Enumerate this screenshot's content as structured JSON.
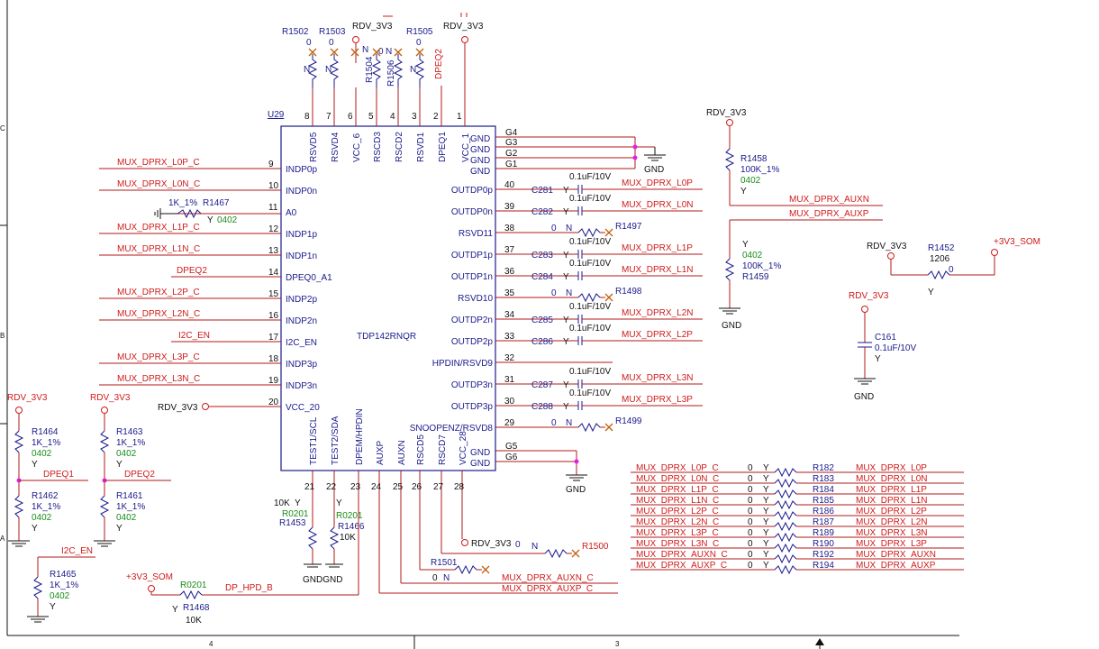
{
  "ic": {
    "ref": "U29",
    "part": "TDP142RNQR",
    "left_pins": [
      {
        "num": "9",
        "name": "INDP0p",
        "net": "MUX_DPRX_L0P_C"
      },
      {
        "num": "10",
        "name": "INDP0n",
        "net": "MUX_DPRX_L0N_C"
      },
      {
        "num": "11",
        "name": "A0",
        "net": ""
      },
      {
        "num": "12",
        "name": "INDP1p",
        "net": "MUX_DPRX_L1P_C"
      },
      {
        "num": "13",
        "name": "INDP1n",
        "net": "MUX_DPRX_L1N_C"
      },
      {
        "num": "14",
        "name": "DPEQ0_A1",
        "net": "DPEQ2"
      },
      {
        "num": "15",
        "name": "INDP2p",
        "net": "MUX_DPRX_L2P_C"
      },
      {
        "num": "16",
        "name": "INDP2n",
        "net": "MUX_DPRX_L2N_C"
      },
      {
        "num": "17",
        "name": "I2C_EN",
        "net": "I2C_EN"
      },
      {
        "num": "18",
        "name": "INDP3p",
        "net": "MUX_DPRX_L3P_C"
      },
      {
        "num": "19",
        "name": "INDP3n",
        "net": "MUX_DPRX_L3N_C"
      },
      {
        "num": "20",
        "name": "VCC_20",
        "net": "RDV_3V3"
      }
    ],
    "right_pins": [
      {
        "num": "40",
        "name": "OUTDP0p",
        "net": "MUX_DPRX_L0P",
        "cap": "C281",
        "val": "0.1uF/10V"
      },
      {
        "num": "39",
        "name": "OUTDP0n",
        "net": "MUX_DPRX_L0N",
        "cap": "C282",
        "val": "0.1uF/10V"
      },
      {
        "num": "38",
        "name": "RSVD11",
        "net": "",
        "cap": "R1497",
        "val": "0"
      },
      {
        "num": "37",
        "name": "OUTDP1p",
        "net": "MUX_DPRX_L1P",
        "cap": "C283",
        "val": "0.1uF/10V"
      },
      {
        "num": "36",
        "name": "OUTDP1n",
        "net": "MUX_DPRX_L1N",
        "cap": "C284",
        "val": "0.1uF/10V"
      },
      {
        "num": "35",
        "name": "RSVD10",
        "net": "",
        "cap": "R1498",
        "val": "0"
      },
      {
        "num": "34",
        "name": "OUTDP2n",
        "net": "MUX_DPRX_L2N",
        "cap": "C285",
        "val": "0.1uF/10V"
      },
      {
        "num": "33",
        "name": "OUTDP2p",
        "net": "MUX_DPRX_L2P",
        "cap": "C286",
        "val": "0.1uF/10V"
      },
      {
        "num": "32",
        "name": "HPDIN/RSVD9",
        "net": "",
        "cap": "",
        "val": ""
      },
      {
        "num": "31",
        "name": "OUTDP3n",
        "net": "MUX_DPRX_L3N",
        "cap": "C287",
        "val": "0.1uF/10V"
      },
      {
        "num": "30",
        "name": "OUTDP3p",
        "net": "MUX_DPRX_L3P",
        "cap": "C288",
        "val": "0.1uF/10V"
      },
      {
        "num": "29",
        "name": "SNOOPENZ/RSVD8",
        "net": "",
        "cap": "R1499",
        "val": "0"
      }
    ],
    "top_pins": [
      {
        "num": "8",
        "name": "RSVD5"
      },
      {
        "num": "7",
        "name": "RSVD4"
      },
      {
        "num": "6",
        "name": "VCC_6"
      },
      {
        "num": "5",
        "name": "RSCD3"
      },
      {
        "num": "4",
        "name": "RSCD2"
      },
      {
        "num": "3",
        "name": "RSVD1"
      },
      {
        "num": "2",
        "name": "DPEQ1"
      },
      {
        "num": "1",
        "name": "VCC_1"
      }
    ],
    "bottom_pins": [
      {
        "num": "21",
        "name": "TEST1/SCL"
      },
      {
        "num": "22",
        "name": "TEST2/SDA"
      },
      {
        "num": "23",
        "name": "DPEM/HPDIN"
      },
      {
        "num": "24",
        "name": "AUXP"
      },
      {
        "num": "25",
        "name": "AUXN"
      },
      {
        "num": "26",
        "name": "RSCD5"
      },
      {
        "num": "27",
        "name": "RSCD7"
      },
      {
        "num": "28",
        "name": "VCC_28"
      }
    ],
    "gnd_pins_top": [
      "G4",
      "G3",
      "G2",
      "G1"
    ],
    "gnd_pins_bottom": [
      "G5",
      "G6"
    ],
    "gnd_label": "GND"
  },
  "top_parts": {
    "r1502": "R1502",
    "r1503": "R1503",
    "r1504": "R1504",
    "r1506": "R1506",
    "r1505": "R1505",
    "zero": "0",
    "n": "N",
    "net_top": "RDV_3V3",
    "dpeq2": "DPEQ2"
  },
  "r1467": {
    "ref": "R1467",
    "val": "1K_1%",
    "fit": "Y",
    "pkg": "0402"
  },
  "r1458": {
    "net": "RDV_3V3",
    "ref": "R1458",
    "val": "100K_1%",
    "fit": "Y",
    "pkg": "0402"
  },
  "r1459": {
    "ref": "R1459",
    "val": "100K_1%",
    "fit": "Y",
    "pkg": "0402",
    "gnd": "GND"
  },
  "aux_nets": {
    "auxn": "MUX_DPRX_AUXN",
    "auxp": "MUX_DPRX_AUXP"
  },
  "r1452": {
    "net_in": "RDV_3V3",
    "ref": "R1452",
    "pkg": "1206",
    "val": "0",
    "fit": "Y",
    "net_out": "+3V3_SOM"
  },
  "c161": {
    "net": "RDV_3V3",
    "ref": "C161",
    "val": "0.1uF/10V",
    "fit": "Y",
    "gnd": "GND"
  },
  "r1464": {
    "net": "RDV_3V3",
    "ref": "R1464",
    "val": "1K_1%",
    "pkg": "0402",
    "fit": "Y",
    "out": "DPEQ1"
  },
  "r1462": {
    "ref": "R1462",
    "val": "1K_1%",
    "pkg": "0402",
    "fit": "Y"
  },
  "r1463": {
    "net": "RDV_3V3",
    "ref": "R1463",
    "val": "1K_1%",
    "pkg": "0402",
    "fit": "Y",
    "out": "DPEQ2"
  },
  "r1461": {
    "ref": "R1461",
    "val": "1K_1%",
    "pkg": "0402",
    "fit": "Y"
  },
  "r1465": {
    "net": "I2C_EN",
    "ref": "R1465",
    "val": "1K_1%",
    "pkg": "0402",
    "fit": "Y"
  },
  "r1468": {
    "net": "+3V3_SOM",
    "pkg": "R0201",
    "fit": "Y",
    "ref": "R1468",
    "val": "10K",
    "out": "DP_HPD_B"
  },
  "r1453": {
    "val": "10K",
    "fit": "Y",
    "pkg": "R0201",
    "ref": "R1453"
  },
  "r1466": {
    "fit": "Y",
    "pkg": "R0201",
    "ref": "R1466",
    "val": "10K"
  },
  "gndgnd": "GNDGND",
  "r1500": {
    "net": "RDV_3V3",
    "val": "0",
    "n": "N",
    "ref": "R1500"
  },
  "r1501": {
    "ref": "R1501",
    "val": "0",
    "n": "N"
  },
  "aux_c": {
    "auxn": "MUX_DPRX_AUXN_C",
    "auxp": "MUX_DPRX_AUXP_C"
  },
  "bottom_gnd": "GND",
  "mux_table": [
    {
      "in": "MUX_DPRX_L0P_C",
      "val": "0",
      "fit": "Y",
      "ref": "R182",
      "out": "MUX_DPRX_L0P"
    },
    {
      "in": "MUX_DPRX_L0N_C",
      "val": "0",
      "fit": "Y",
      "ref": "R183",
      "out": "MUX_DPRX_L0N"
    },
    {
      "in": "MUX_DPRX_L1P_C",
      "val": "0",
      "fit": "Y",
      "ref": "R184",
      "out": "MUX_DPRX_L1P"
    },
    {
      "in": "MUX_DPRX_L1N_C",
      "val": "0",
      "fit": "Y",
      "ref": "R185",
      "out": "MUX_DPRX_L1N"
    },
    {
      "in": "MUX_DPRX_L2P_C",
      "val": "0",
      "fit": "Y",
      "ref": "R186",
      "out": "MUX_DPRX_L2P"
    },
    {
      "in": "MUX_DPRX_L2N_C",
      "val": "0",
      "fit": "Y",
      "ref": "R187",
      "out": "MUX_DPRX_L2N"
    },
    {
      "in": "MUX_DPRX_L3P_C",
      "val": "0",
      "fit": "Y",
      "ref": "R189",
      "out": "MUX_DPRX_L3N"
    },
    {
      "in": "MUX_DPRX_L3N_C",
      "val": "0",
      "fit": "Y",
      "ref": "R190",
      "out": "MUX_DPRX_L3P"
    },
    {
      "in": "MUX_DPRX_AUXN_C",
      "val": "0",
      "fit": "Y",
      "ref": "R192",
      "out": "MUX_DPRX_AUXN"
    },
    {
      "in": "MUX_DPRX_AUXP_C",
      "val": "0",
      "fit": "Y",
      "ref": "R194",
      "out": "MUX_DPRX_AUXP"
    }
  ],
  "frame": {
    "zone_left": "4",
    "zone_right": "3",
    "row_c": "C",
    "row_b": "B",
    "row_a": "A"
  }
}
